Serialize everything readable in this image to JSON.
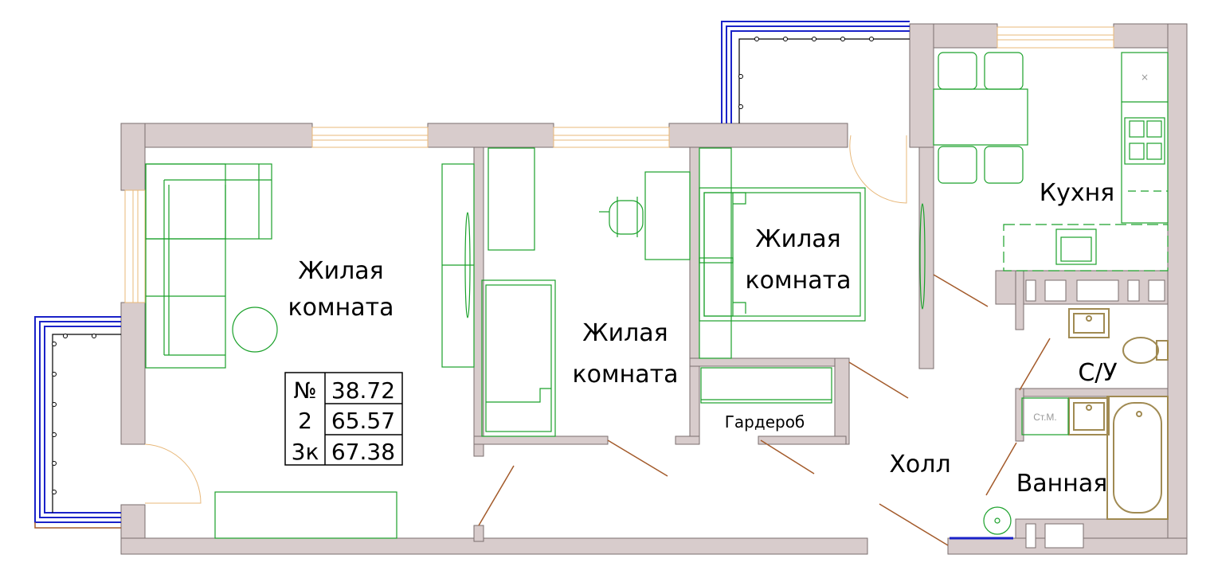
{
  "rooms": {
    "living_1": {
      "line1": "Жилая",
      "line2": "комната"
    },
    "living_2": {
      "line1": "Жилая",
      "line2": "комната"
    },
    "living_3": {
      "line1": "Жилая",
      "line2": "комната"
    },
    "kitchen": "Кухня",
    "wardrobe": "Гардероб",
    "hall": "Холл",
    "wc": "С/У",
    "bathroom": "Ванная"
  },
  "appliance_labels": {
    "washing_machine": "Ст.М."
  },
  "info_box": {
    "rows": [
      {
        "label": "№",
        "value": "38.72"
      },
      {
        "label": "2",
        "value": "65.57"
      },
      {
        "label": "3к",
        "value": "67.38"
      }
    ]
  },
  "colors": {
    "wall_fill": "#d8cccc",
    "wall_stroke": "#7a6e6e",
    "furniture": "#1aa12a",
    "door_swing": "#a35a2a",
    "window": "#e8b87a",
    "balcony_outer": "#1a22c8",
    "balcony_inner": "#000000",
    "plumbing": "#a08a52"
  }
}
